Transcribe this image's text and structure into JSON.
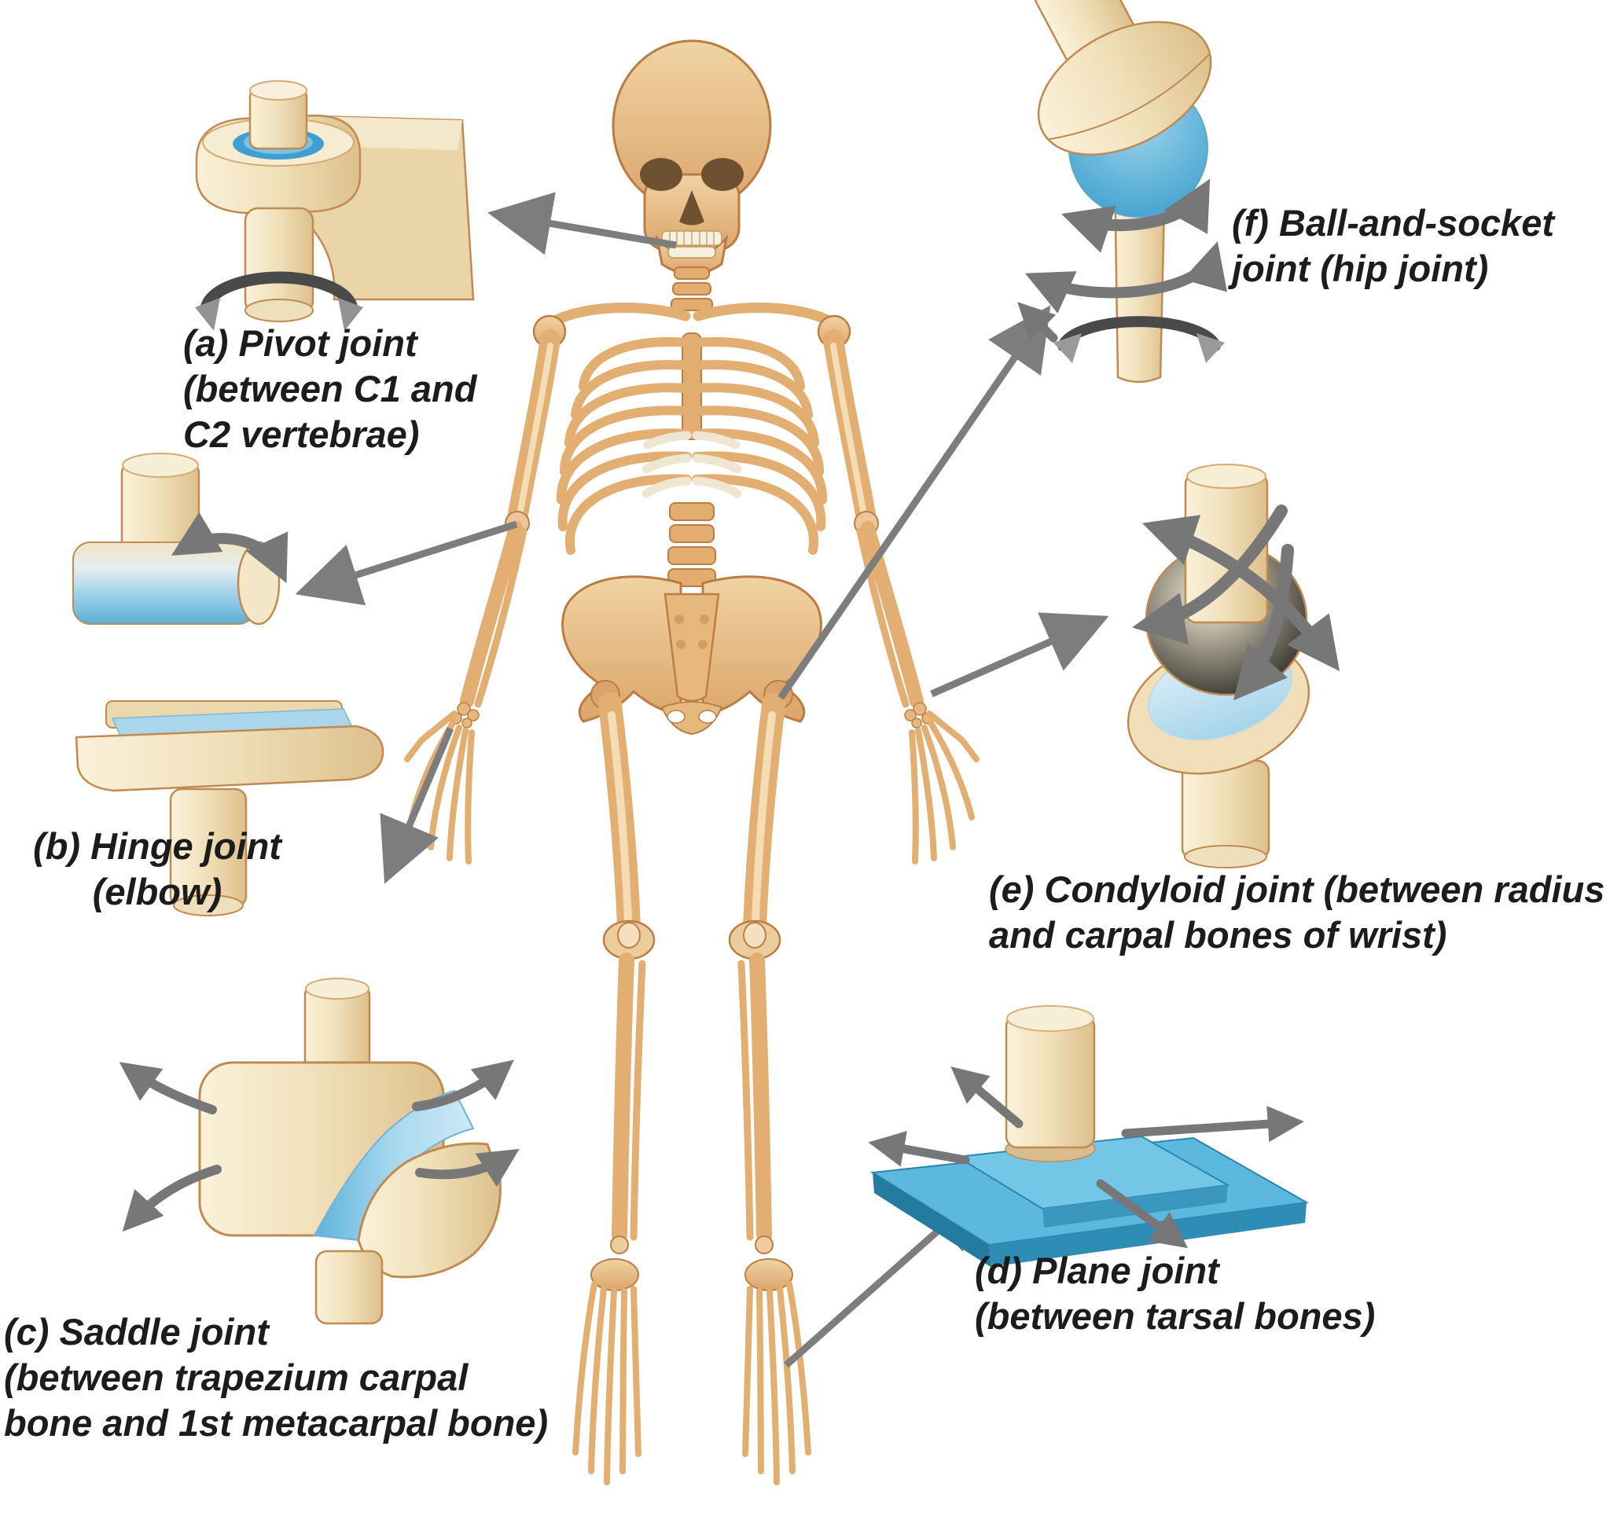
{
  "diagram": {
    "description": "Types of synovial joints shown around a human skeleton",
    "labels": {
      "pivot": {
        "line1": "(a) Pivot joint",
        "line2": "(between C1 and",
        "line3": "C2 vertebrae)"
      },
      "hinge": {
        "line1": "(b) Hinge joint",
        "line2": "(elbow)"
      },
      "saddle": {
        "line1": "(c) Saddle joint",
        "line2": "(between trapezium carpal",
        "line3": "bone and 1st metacarpal bone)"
      },
      "plane": {
        "line1": "(d) Plane joint",
        "line2": "(between tarsal bones)"
      },
      "condyloid": {
        "line1": "(e) Condyloid joint (between radius",
        "line2": "and carpal bones of wrist)"
      },
      "ball_socket": {
        "line1": "(f) Ball-and-socket",
        "line2": "joint (hip joint)"
      }
    },
    "colors": {
      "background": "#ffffff",
      "bone_light": "#faf1da",
      "bone_mid": "#f1e2bd",
      "bone_dark": "#ddc08c",
      "bone_edge": "#c08a52",
      "skeleton_light": "#efd0a0",
      "skeleton_dark": "#d8a167",
      "cartilage_light": "#d6ecf7",
      "cartilage_blue": "#63b7dd",
      "plate_blue": "#4aa8d2",
      "pointer_arrow_gray": "#7d7d7d",
      "motion_arrow_gray": "#777777",
      "text": "#1c1c1c"
    }
  }
}
